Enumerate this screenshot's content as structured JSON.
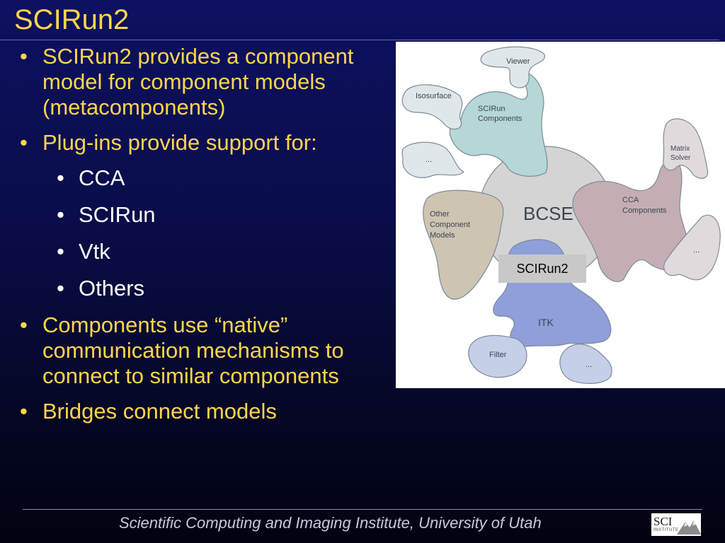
{
  "slide": {
    "title": "SCIRun2",
    "bullets": {
      "b1": "SCIRun2 provides a component model for component models (metacomponents)",
      "b2": "Plug-ins provide support for:",
      "sub": [
        "CCA",
        "SCIRun",
        "Vtk",
        "Others"
      ],
      "b3": "Components use “native” communication mechanisms to connect to similar components",
      "b4": "Bridges connect models"
    },
    "bullet_glyph": "•",
    "footer": "Scientific Computing and Imaging Institute, University of Utah"
  },
  "diagram": {
    "center": "BCSE",
    "badge": "SCIRun2",
    "lobes": {
      "scirun": {
        "label_line1": "SCIRun",
        "label_line2": "Components",
        "color": "#b5d7d6"
      },
      "cca": {
        "label_line1": "CCA",
        "label_line2": "Components",
        "color": "#c4aeb3"
      },
      "other": {
        "label_line1": "Other",
        "label_line2": "Component",
        "label_line3": "Models",
        "color": "#cdc4b2"
      },
      "itk": {
        "label": "ITK",
        "color": "#8e9fd9"
      }
    },
    "leaves": {
      "viewer": "Viewer",
      "isosurface": "Isosurface",
      "scirun_more": "...",
      "matrix_line1": "Matrix",
      "matrix_line2": "Solver",
      "cca_more": "...",
      "filter": "Filter",
      "itk_more": "..."
    }
  },
  "logo": {
    "word": "SCI",
    "sub": "INSTITUTE"
  }
}
